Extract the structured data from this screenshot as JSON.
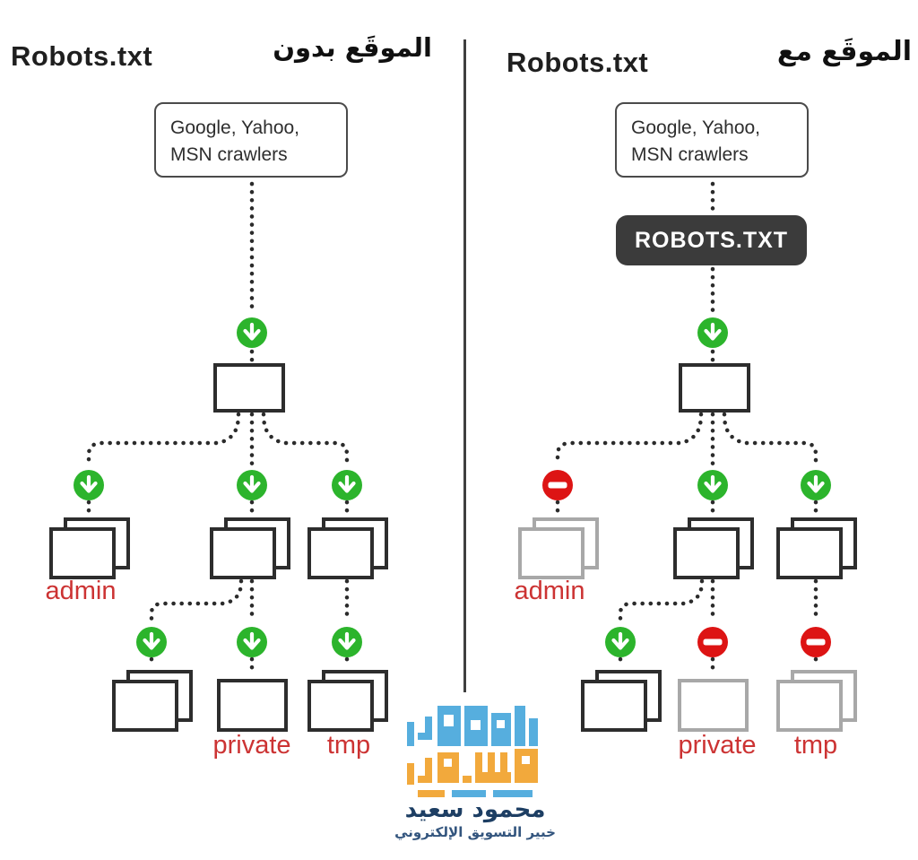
{
  "colors": {
    "allow_green": "#2cb42c",
    "deny_red": "#dd1414",
    "label_red": "#cc3333",
    "robots_box_bg": "#3b3b3b",
    "disabled_gray": "#a8a8a8",
    "logo_blue": "#56aede",
    "logo_orange": "#f2a93c",
    "logo_navy": "#1d3e63"
  },
  "left_panel": {
    "title": "Robots.txt",
    "title_arabic": "الموقَع بدون",
    "crawler_box": {
      "line1": "Google, Yahoo,",
      "line2": "MSN crawlers"
    },
    "labels": {
      "admin": "admin",
      "private": "private",
      "tmp": "tmp"
    }
  },
  "right_panel": {
    "title": "Robots.txt",
    "title_arabic": "الموقَع مع",
    "crawler_box": {
      "line1": "Google, Yahoo,",
      "line2": "MSN crawlers"
    },
    "robots_file_label": "ROBOTS.TXT",
    "labels": {
      "admin": "admin",
      "private": "private",
      "tmp": "tmp"
    }
  },
  "watermark": {
    "name": "محمود سعيد",
    "tagline": "خبير التسويق الإلكتروني"
  }
}
